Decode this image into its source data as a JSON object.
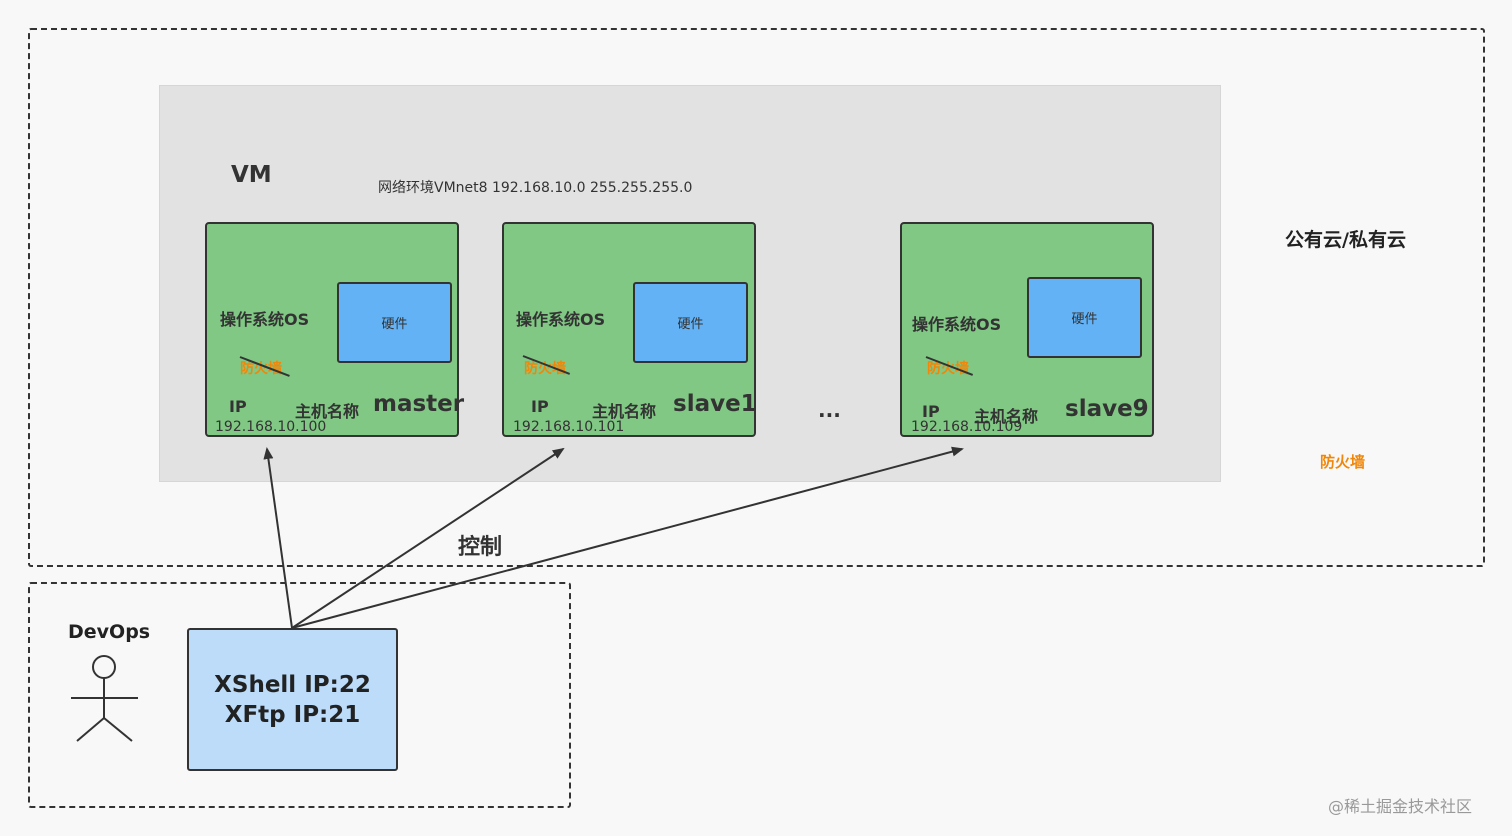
{
  "cloud": {
    "label": "公有云/私有云",
    "firewall": "防火墙"
  },
  "vm": {
    "label": "VM",
    "network": "网络环境VMnet8 192.168.10.0 255.255.255.0"
  },
  "nodes": [
    {
      "os": "操作系统OS",
      "hardware": "硬件",
      "firewall": "防火墙",
      "ip_label": "IP",
      "host_label": "主机名称",
      "host": "master",
      "ip": "192.168.10.100"
    },
    {
      "os": "操作系统OS",
      "hardware": "硬件",
      "firewall": "防火墙",
      "ip_label": "IP",
      "host_label": "主机名称",
      "host": "slave1",
      "ip": "192.168.10.101"
    },
    {
      "os": "操作系统OS",
      "hardware": "硬件",
      "firewall": "防火墙",
      "ip_label": "IP",
      "host_label": "主机名称",
      "host": "slave9",
      "ip": "192.168.10.109"
    }
  ],
  "ellipsis": "...",
  "control_label": "控制",
  "devops": {
    "label": "DevOps",
    "tool_lines": [
      "XShell IP:22",
      "XFtp IP:21"
    ]
  },
  "watermark": "@稀土掘金技术社区",
  "colors": {
    "node_fill": "#80c884",
    "hardware_fill": "#63b2f5",
    "tool_fill": "#bcdcfa",
    "firewall_text": "#f0870a",
    "vm_panel": "#e2e2e2"
  }
}
